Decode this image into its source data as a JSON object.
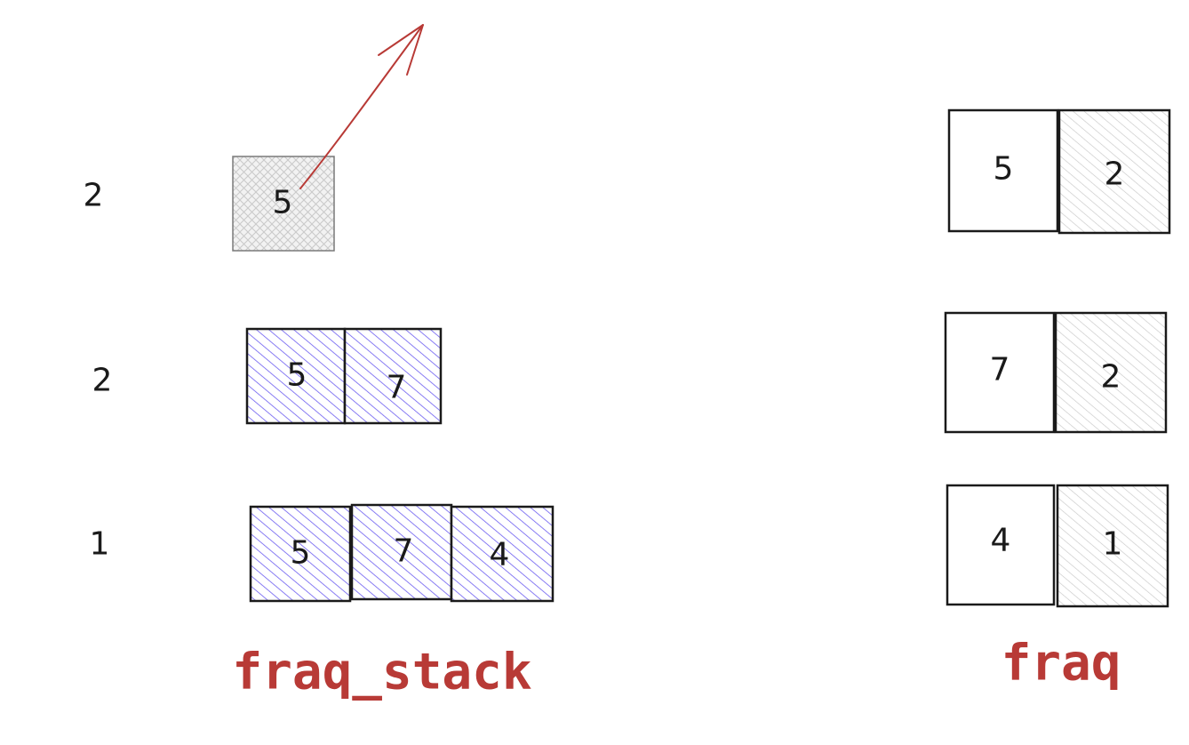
{
  "colors": {
    "ink": "#1a1a1a",
    "accent_red": "#b83a36",
    "stack_fill": "#6b5cf0",
    "gray_fill": "#c8c8c8"
  },
  "freq_labels": [
    "2",
    "2",
    "1"
  ],
  "popped": {
    "value": "5"
  },
  "stack_rows": [
    {
      "values": [
        "5",
        "7"
      ]
    },
    {
      "values": [
        "5",
        "7",
        "4"
      ]
    }
  ],
  "freq_table": [
    {
      "key": "5",
      "count": "2"
    },
    {
      "key": "7",
      "count": "2"
    },
    {
      "key": "4",
      "count": "1"
    }
  ],
  "titles": {
    "stack": "fraq_stack",
    "map": "fraq"
  }
}
